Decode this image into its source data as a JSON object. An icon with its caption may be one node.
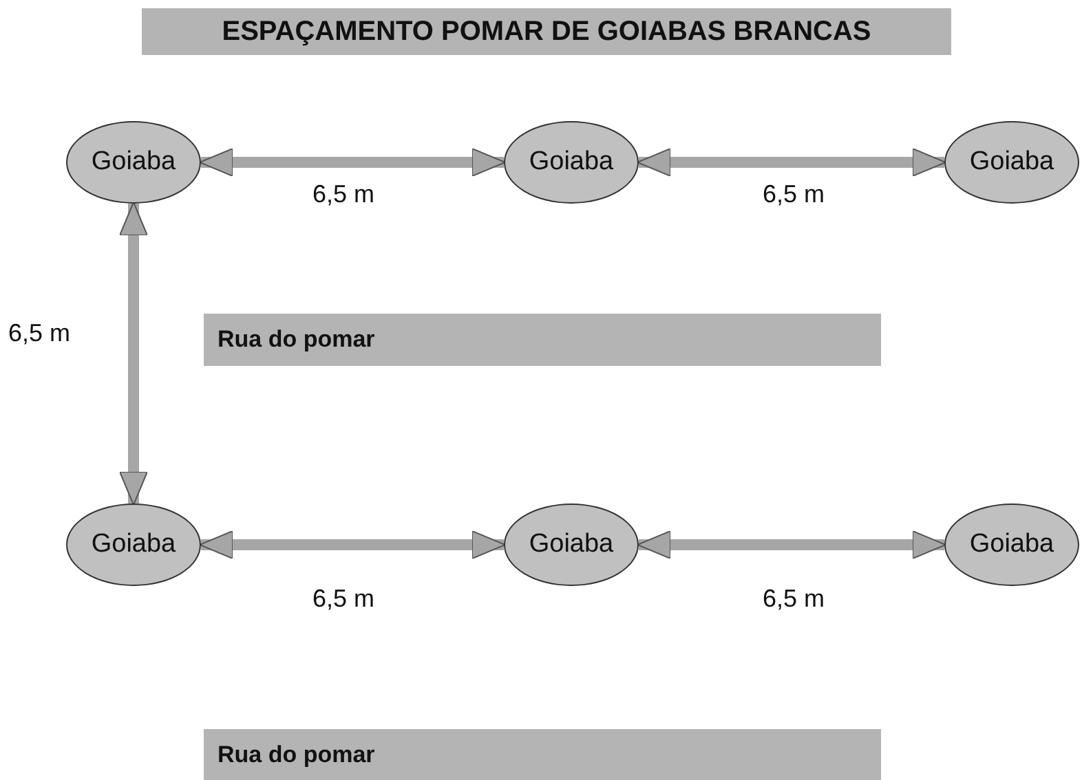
{
  "diagram": {
    "title": "ESPAÇAMENTO POMAR DE GOIABAS BRANCAS",
    "nodes": [
      {
        "text": [
          "Goiaba"
        ]
      },
      {
        "text": [
          "Goiaba"
        ]
      },
      {
        "text": [
          "Goiaba"
        ]
      },
      {
        "text": [
          "Rua do pomar"
        ]
      },
      {
        "text": [
          "Goiaba"
        ]
      },
      {
        "text": [
          "Goiaba"
        ]
      },
      {
        "text": [
          "Goiaba"
        ]
      },
      {
        "text": [
          "Rua do pomar"
        ]
      }
    ],
    "edges": [
      {
        "from": 0,
        "to": 1,
        "arrow": "both",
        "label": "6,5 m"
      },
      {
        "from": 1,
        "to": 2,
        "arrow": "both",
        "label": "6,5 m"
      },
      {
        "from": 0,
        "to": 4,
        "arrow": "both",
        "label": "6,5 m"
      },
      {
        "from": 4,
        "to": 5,
        "arrow": "both",
        "label": "6,5 m"
      },
      {
        "from": 5,
        "to": 6,
        "arrow": "both",
        "label": "6,5 m"
      }
    ]
  }
}
